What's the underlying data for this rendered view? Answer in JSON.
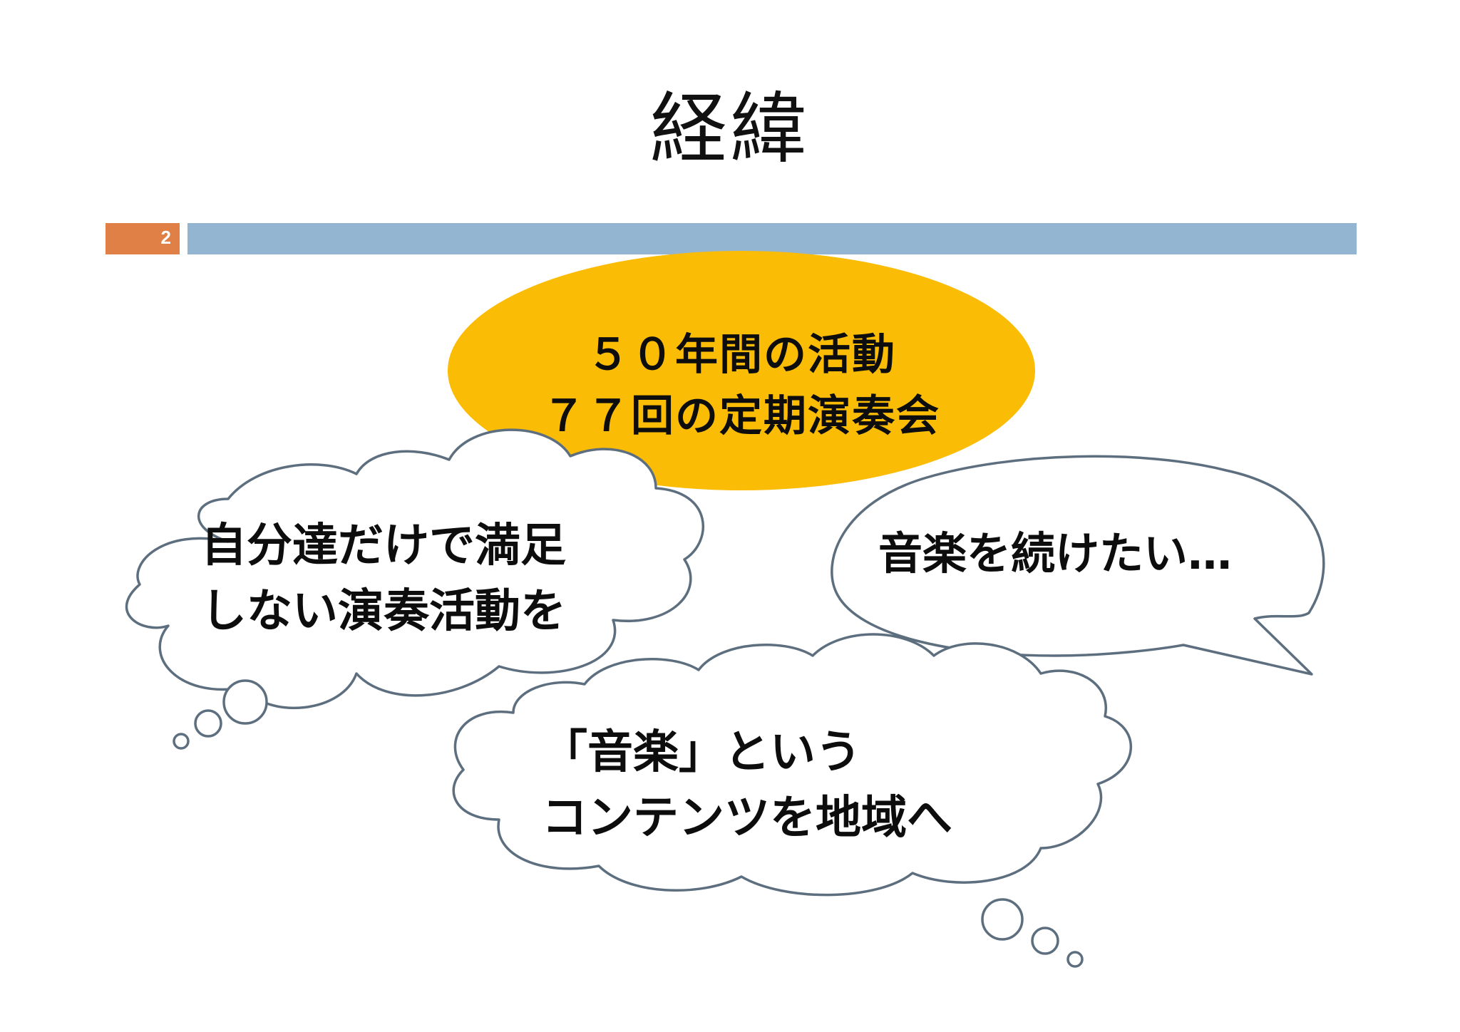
{
  "slide": {
    "title": "経緯",
    "page_number": "2"
  },
  "bubbles": {
    "oval": {
      "line1": "５０年間の活動",
      "line2": "７７回の定期演奏会"
    },
    "cloud_left": {
      "line1": "自分達だけで満足",
      "line2": "しない演奏活動を"
    },
    "speech_right": {
      "line1": "音楽を続けたい…"
    },
    "cloud_bottom": {
      "line1": "「音楽」という",
      "line2": "コンテンツを地域へ"
    }
  },
  "colors": {
    "accent_orange": "#e07f46",
    "header_bar_blue": "#93b5d1",
    "oval_fill": "#fbbc05",
    "bubble_stroke": "#5d6f7f"
  }
}
